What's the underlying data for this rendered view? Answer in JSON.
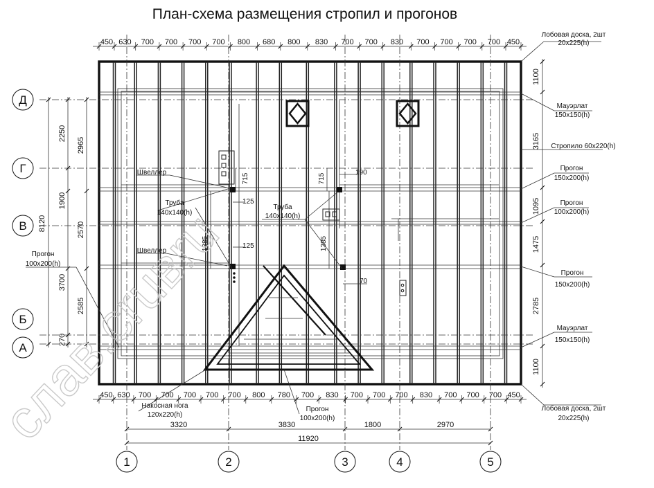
{
  "title": "План-схема размещения стропил и прогонов",
  "watermark": "слав.сruвru",
  "top_dims": [
    "450",
    "630",
    "700",
    "700",
    "700",
    "700",
    "800",
    "680",
    "800",
    "830",
    "700",
    "700",
    "830",
    "700",
    "700",
    "700",
    "700",
    "450"
  ],
  "bottom_dims": [
    "450",
    "630",
    "700",
    "700",
    "700",
    "700",
    "700",
    "800",
    "780",
    "700",
    "830",
    "700",
    "700",
    "700",
    "830",
    "700",
    "700",
    "700",
    "450"
  ],
  "right_dims": [
    "1100",
    "3165",
    "1095",
    "1475",
    "2785",
    "1100"
  ],
  "left_dims_outer": [
    "2250",
    "1900",
    "3700",
    "270"
  ],
  "left_dims_mid": [
    "2965",
    "2570",
    "2585"
  ],
  "left_total": "8120",
  "axis_rows": [
    "Д",
    "Г",
    "В",
    "Б",
    "А"
  ],
  "axis_cols": [
    "1",
    "2",
    "3",
    "4",
    "5"
  ],
  "span_dims": [
    "3320",
    "3830",
    "1800",
    "2970"
  ],
  "total_dim": "11920",
  "inner_dims": {
    "d715a": "715",
    "d125a": "125",
    "d1385a": "1385",
    "d125b": "125",
    "d715b": "715",
    "d190": "190",
    "d1385b": "1385",
    "d70": "70"
  },
  "labels": {
    "fascia_top_1": "Лобовая доска, 2шт",
    "fascia_top_2": "20x225(h)",
    "mauerlat_top_1": "Мауэрлат",
    "mauerlat_top_2": "150x150(h)",
    "rafter": "Стропило 60x220(h)",
    "purlin_g_1": "Прогон",
    "purlin_g_2": "150x200(h)",
    "purlin_v_1": "Прогон",
    "purlin_v_2": "100x200(h)",
    "purlin_b_1": "Прогон",
    "purlin_b_2": "150x200(h)",
    "mauerlat_bot_1": "Мауэрлат",
    "mauerlat_bot_2": "150x150(h)",
    "fascia_bot_1": "Лобовая доска, 2шт",
    "fascia_bot_2": "20x225(h)",
    "channel_1": "Швеллер",
    "channel_2": "Швеллер",
    "pipe_l_1": "Труба",
    "pipe_l_2": "140x140(h)",
    "pipe_r_1": "Труба",
    "pipe_r_2": "140x140(h)",
    "purlin_left_1": "Прогон",
    "purlin_left_2": "100x200(h)",
    "hip_1": "Накосная нога",
    "hip_2": "120x220(h)",
    "purlin_bot_1": "Прогон",
    "purlin_bot_2": "100x200(h)"
  }
}
